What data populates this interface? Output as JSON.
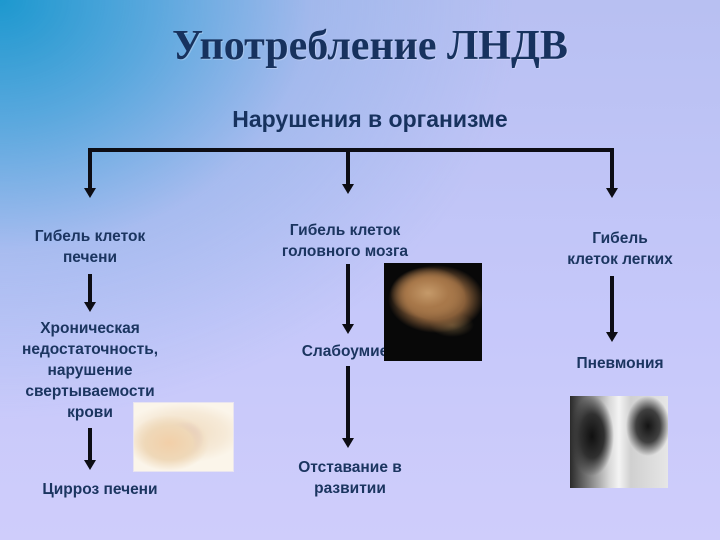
{
  "slide": {
    "title": "Употребление ЛНДВ",
    "subtitle": "Нарушения в организме"
  },
  "branches": [
    {
      "id": "liver",
      "nodes": [
        "Гибель клеток\nпечени",
        "Хроническая\nнедостаточность,\nнарушение\nсвертываемости\nкрови",
        "Цирроз печени"
      ],
      "image": "liver-illustration"
    },
    {
      "id": "brain",
      "nodes": [
        "Гибель клеток\nголовного мозга",
        "Слабоумие",
        "Отставание в\nразвитии"
      ],
      "image": "brain-photo"
    },
    {
      "id": "lungs",
      "nodes": [
        "Гибель\nклеток легких",
        "Пневмония"
      ],
      "image": "chest-xray"
    }
  ],
  "colors": {
    "text": "#17325e",
    "connector": "#0d0d14",
    "bg_top_left": "#1496cd",
    "bg_right": "#cfcdfb"
  }
}
